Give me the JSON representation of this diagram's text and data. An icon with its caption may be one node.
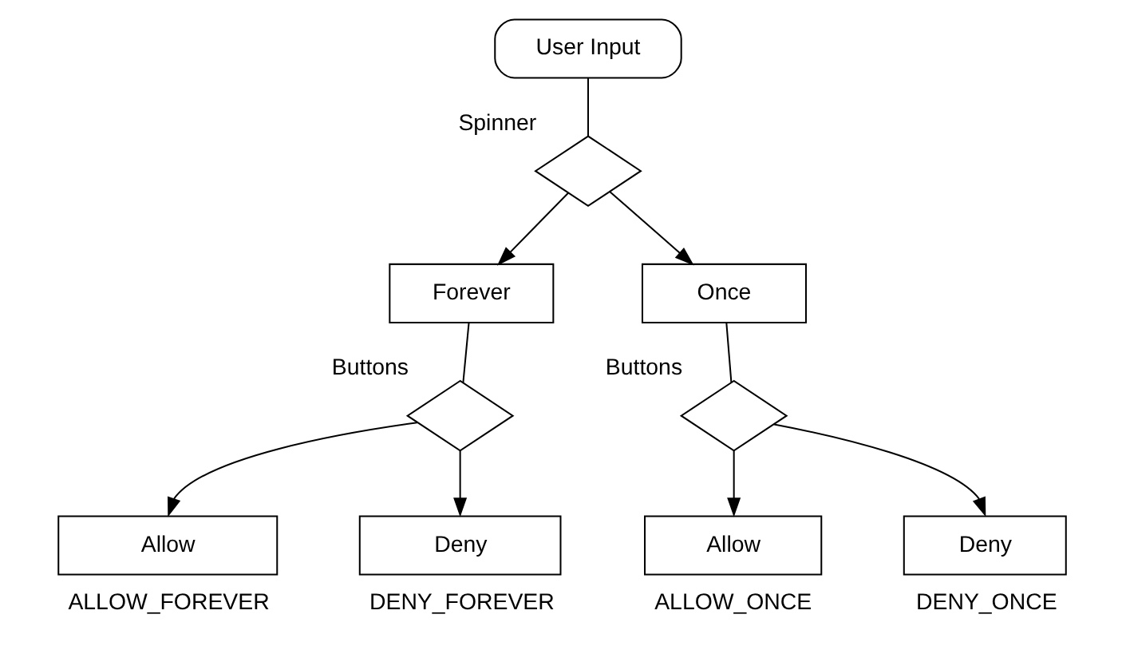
{
  "diagram": {
    "nodes": [
      {
        "text": [
          "User Input"
        ]
      },
      {
        "text": [],
        "shape": "diamond",
        "beside": [
          "Spinner"
        ]
      },
      {
        "text": [
          "Forever"
        ]
      },
      {
        "text": [
          "Once"
        ]
      },
      {
        "text": [],
        "shape": "diamond",
        "beside": [
          "Buttons"
        ]
      },
      {
        "text": [
          "Allow"
        ],
        "beside": [
          "ALLOW_FOREVER"
        ]
      },
      {
        "text": [
          "Deny"
        ],
        "beside": [
          "DENY_FOREVER"
        ]
      },
      {
        "text": [],
        "shape": "diamond",
        "beside": [
          "Buttons"
        ]
      },
      {
        "text": [
          "Allow"
        ],
        "beside": [
          "ALLOW_ONCE"
        ]
      },
      {
        "text": [
          "Deny"
        ],
        "beside": [
          "DENY_ONCE"
        ]
      }
    ],
    "edges": [
      {
        "from": 0,
        "to": 1,
        "arrow": "none"
      },
      {
        "from": 1,
        "to": 2,
        "arrow": "to"
      },
      {
        "from": 1,
        "to": 3,
        "arrow": "to"
      },
      {
        "from": 2,
        "to": 4,
        "arrow": "none"
      },
      {
        "from": 4,
        "to": 5,
        "arrow": "to"
      },
      {
        "from": 4,
        "to": 6,
        "arrow": "to"
      },
      {
        "from": 3,
        "to": 7,
        "arrow": "none"
      },
      {
        "from": 7,
        "to": 8,
        "arrow": "to"
      },
      {
        "from": 7,
        "to": 9,
        "arrow": "to"
      }
    ]
  }
}
